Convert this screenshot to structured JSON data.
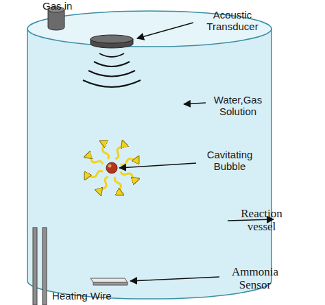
{
  "diagram": {
    "labels": [
      "Gas in",
      "Acoustic Transducer",
      "Water,Gas Solution",
      "Cavitating Bubble",
      "Reaction vessel",
      "Ammonia Sensor",
      "Heating Wire"
    ]
  }
}
